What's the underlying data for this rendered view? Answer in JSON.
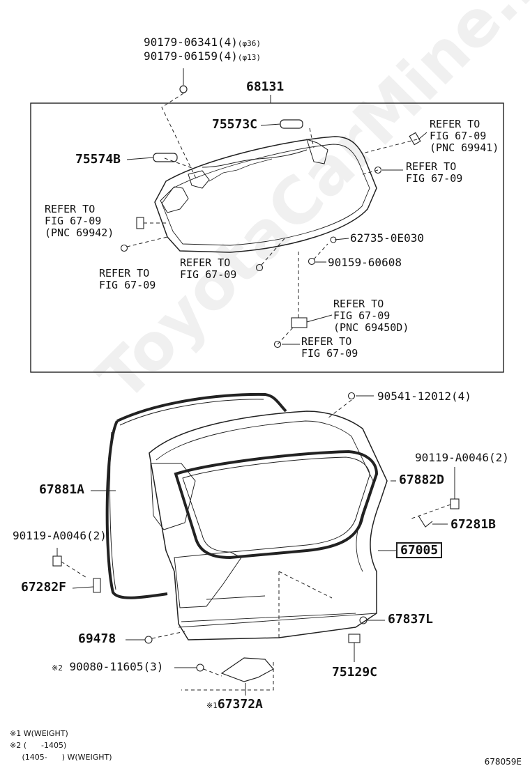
{
  "labels": {
    "p_90179_06341": "90179-06341(4)",
    "p_90179_06341_dia": "(φ36)",
    "p_90179_06159": "90179-06159(4)",
    "p_90179_06159_dia": "(φ13)",
    "p_68131": "68131",
    "p_75573C": "75573C",
    "p_75574B": "75574B",
    "ref_69941": "REFER TO\nFIG 67-09\n(PNC 69941)",
    "ref_top_right": "REFER TO\nFIG 67-09",
    "ref_69942": "REFER TO\nFIG 67-09\n(PNC 69942)",
    "ref_left_low": "REFER TO\nFIG 67-09",
    "ref_center": "REFER TO\nFIG 67-09",
    "p_62735": "62735-0E030",
    "p_90159": "90159-60608",
    "ref_69450D": "REFER TO\nFIG 67-09\n(PNC 69450D)",
    "ref_bottom": "REFER TO\nFIG 67-09",
    "p_90541": "90541-12012(4)",
    "p_90119_right": "90119-A0046(2)",
    "p_67882D": "67882D",
    "p_67881A": "67881A",
    "p_67281B": "67281B",
    "p_67005": "67005",
    "p_90119_left": "90119-A0046(2)",
    "p_67282F": "67282F",
    "p_67837L": "67837L",
    "p_69478": "69478",
    "p_90080_mark": "※2",
    "p_90080": "90080-11605(3)",
    "p_75129C": "75129C",
    "p_67372A_mark": "※1",
    "p_67372A": "67372A"
  },
  "notes": {
    "note1": "※1 W(WEIGHT)",
    "note2": "※2 (      -1405)",
    "note3": "     (1405-      ) W(WEIGHT)"
  },
  "figure_code": "678059E",
  "watermark": "ToyotaCarMine.ru"
}
